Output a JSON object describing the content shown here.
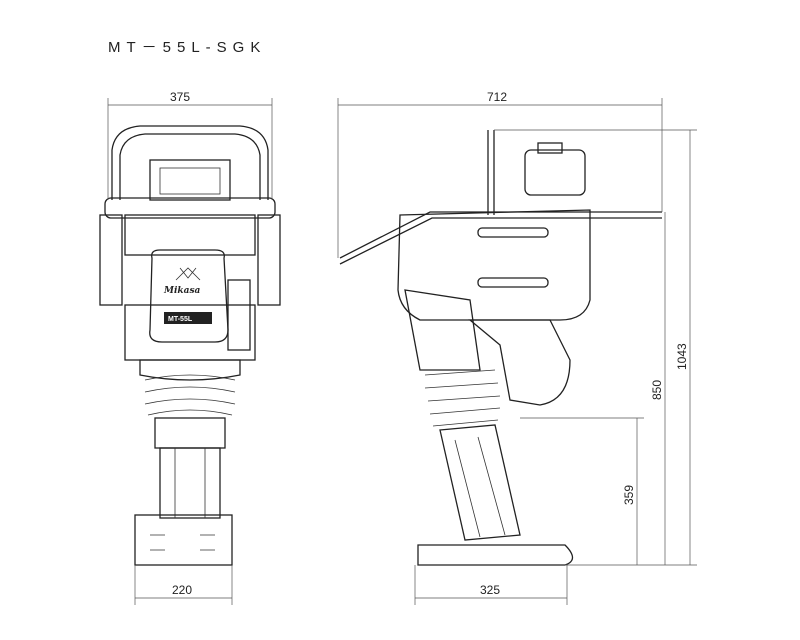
{
  "title": "MT－55L-SGK",
  "front_view": {
    "logo": "Mikasa",
    "model_plate": "MT-55L",
    "dimensions": {
      "overall_width": "375",
      "plate_width": "220"
    }
  },
  "side_view": {
    "dimensions": {
      "overall_length": "712",
      "plate_length": "325",
      "overall_height": "1043",
      "handle_height": "850",
      "foot_height": "359"
    }
  }
}
